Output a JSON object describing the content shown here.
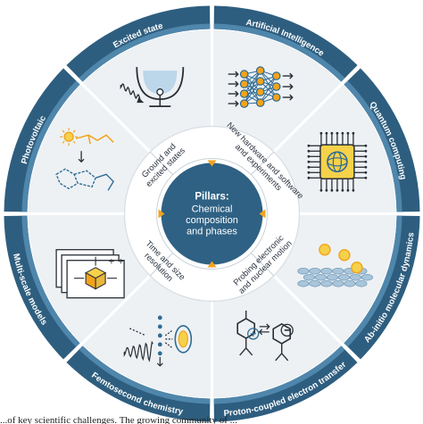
{
  "diagram": {
    "center": {
      "title": "Pillars:",
      "lines": [
        "Chemical",
        "composition",
        "and phases"
      ]
    },
    "pillars": [
      {
        "lines": [
          "New hardware and software",
          "and experiments"
        ]
      },
      {
        "lines": [
          "Probing electronic",
          "and nuclear motion"
        ]
      },
      {
        "lines": [
          "Time and size",
          "resolution"
        ]
      },
      {
        "lines": [
          "Ground and",
          "excited states"
        ]
      }
    ],
    "outer_ring": [
      "Artificial Intelligence",
      "Quantum computing",
      "Ab-initio molecular dynamics",
      "Proton-coupled electron transfer",
      "Femtosecond chemistry",
      "Multi-scale models",
      "Photovoltaic",
      "Excited state"
    ],
    "icons": [
      "neural-network-icon",
      "quantum-chip-icon",
      "molecular-dynamics-icon",
      "proton-coupled-electron-transfer-icon",
      "femtosecond-laser-icon",
      "multiscale-model-icon",
      "photovoltaic-molecule-icon",
      "excited-state-potential-icon"
    ],
    "colors": {
      "outer_ring_dark": "#2e5e7f",
      "outer_ring_light": "#4f86ab",
      "pale_ring": "#edf1f4",
      "hub": "#2e6184",
      "hub_border": "#c8d3da",
      "pillar_ring": "#ffffff",
      "accent_orange": "#f2a31c",
      "icon_blue": "#2f6b93",
      "icon_dark": "#2a2f36",
      "icon_yellow": "#f6d14a"
    }
  },
  "caption": "...of key scientific challenges. The growing community of ..."
}
